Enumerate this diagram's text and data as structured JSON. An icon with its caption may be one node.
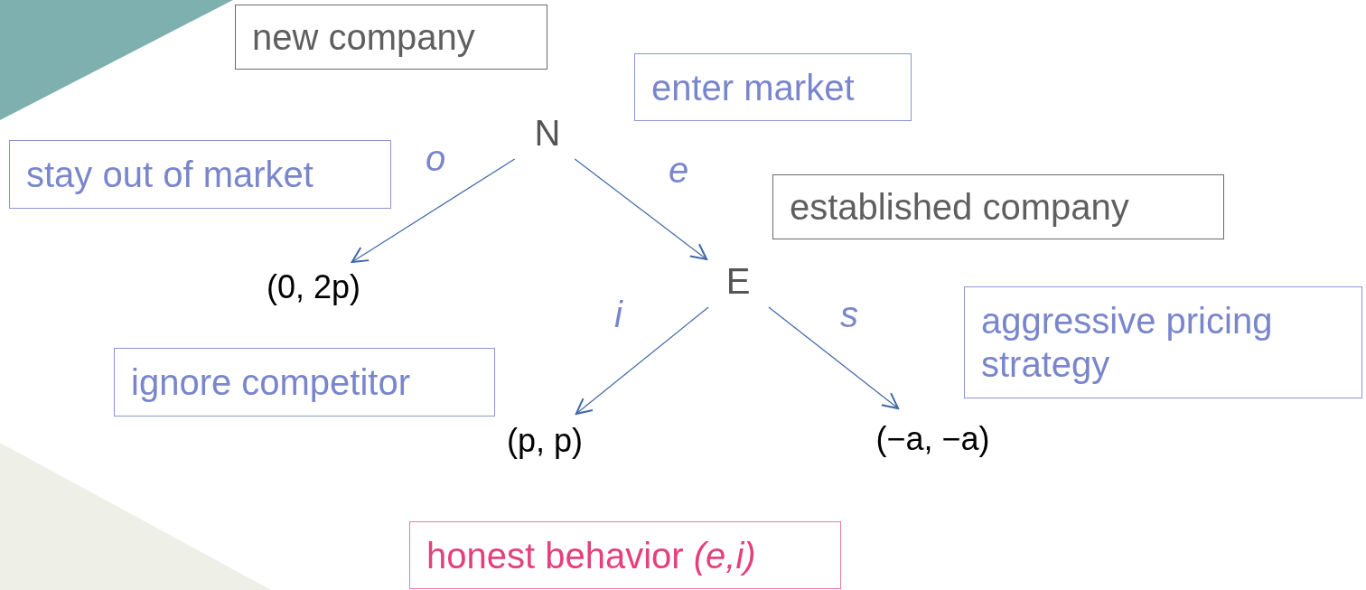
{
  "diagram": {
    "nodes": [
      {
        "text": [
          "new company"
        ]
      },
      {
        "text": [
          "enter market"
        ]
      },
      {
        "text": [
          "N"
        ]
      },
      {
        "text": [
          "stay out of market"
        ]
      },
      {
        "text": [
          "established company"
        ]
      },
      {
        "text": [
          "(0, 2p)"
        ]
      },
      {
        "text": [
          "E"
        ]
      },
      {
        "text": [
          "aggressive pricing strategy"
        ]
      },
      {
        "text": [
          "ignore competitor"
        ]
      },
      {
        "text": [
          "(p, p)"
        ]
      },
      {
        "text": [
          "(−a, −a)"
        ]
      },
      {
        "text": [
          "honest behavior *(e,i)*"
        ]
      }
    ],
    "edges": [
      {
        "from": 2,
        "to": 5,
        "arrow": "to",
        "label": "o"
      },
      {
        "from": 2,
        "to": 6,
        "arrow": "to",
        "label": "e"
      },
      {
        "from": 6,
        "to": 9,
        "arrow": "to",
        "label": "i"
      },
      {
        "from": 6,
        "to": 10,
        "arrow": "to",
        "label": "s"
      }
    ]
  }
}
